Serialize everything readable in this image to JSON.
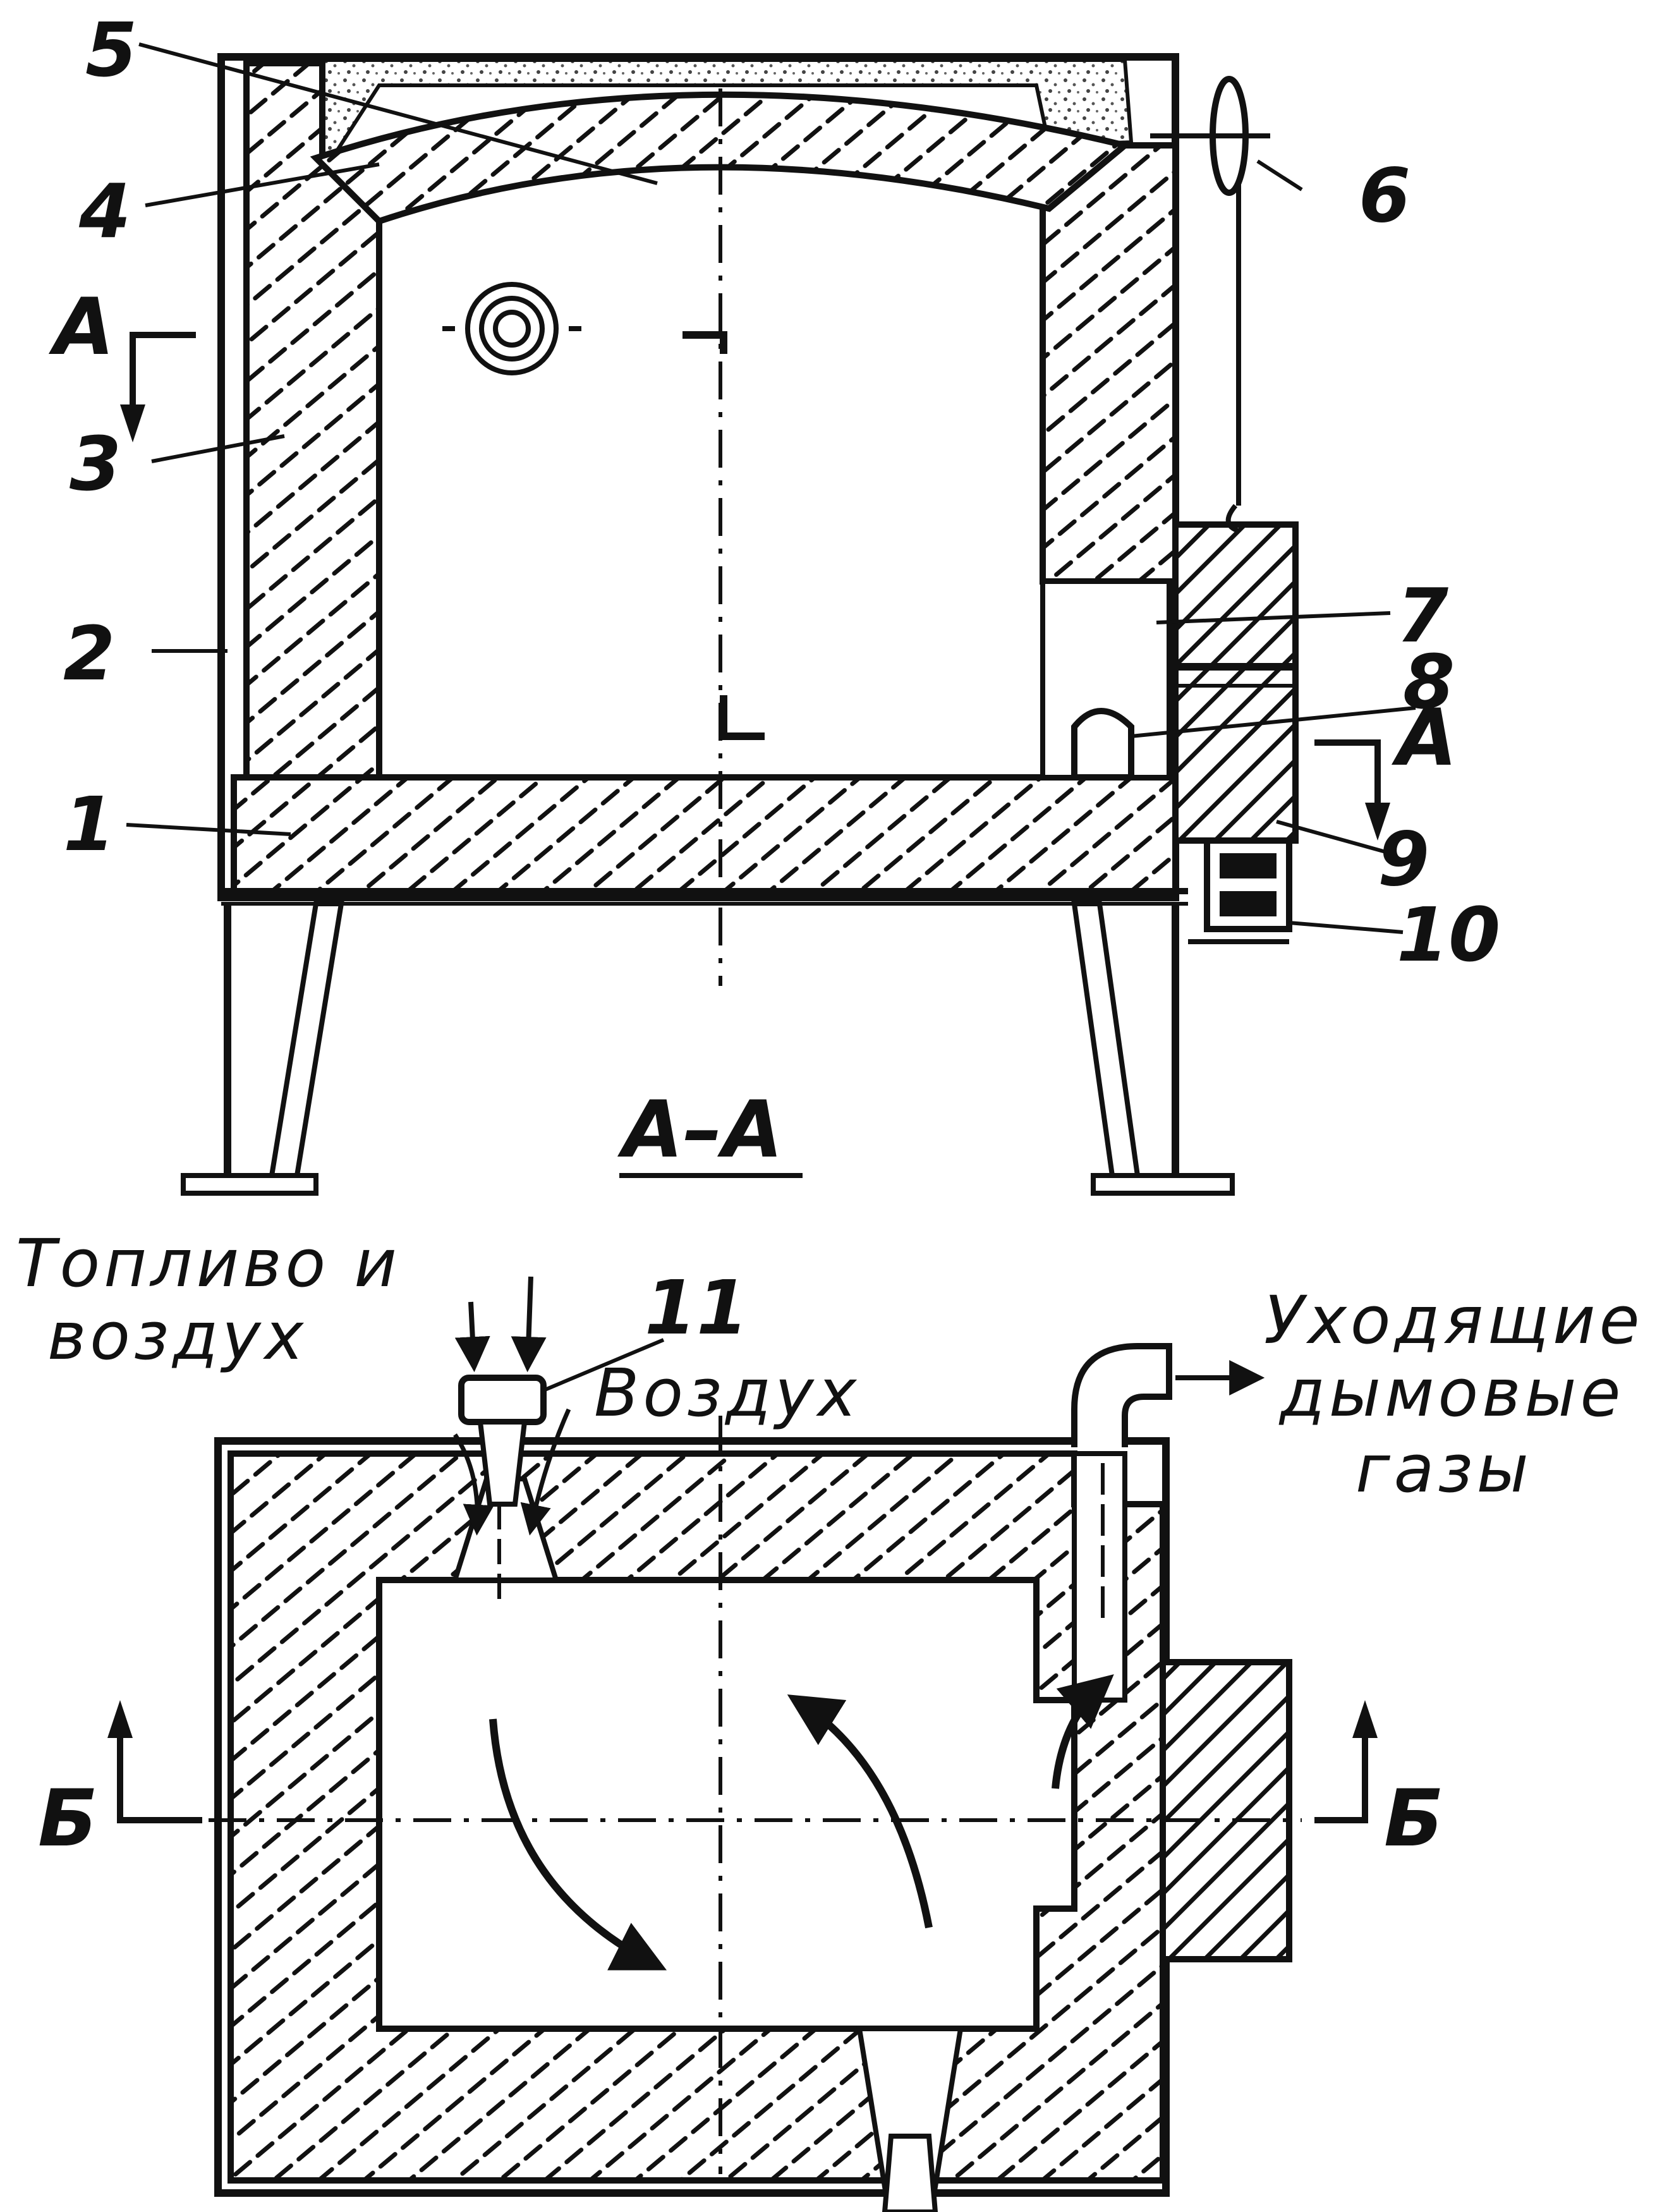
{
  "colors": {
    "ink": "#111111",
    "paper": "#ffffff",
    "sand": "#9a9a9a"
  },
  "labels": {
    "l1": "1",
    "l2": "2",
    "l3": "3",
    "l4": "4",
    "l5": "5",
    "l6": "6",
    "l7": "7",
    "l8": "8",
    "l9": "9",
    "l10": "10",
    "l11": "11"
  },
  "section_marks": {
    "a_left": "А",
    "a_right": "А",
    "aa_title": "А–А",
    "b_left": "Б",
    "b_right": "Б"
  },
  "annotations": {
    "fuel_air_line1": "Топливо и",
    "fuel_air_line2": "воздух",
    "air": "Воздух",
    "flue_line1": "Уходящие",
    "flue_line2": "дымовые",
    "flue_line3": "газы"
  }
}
